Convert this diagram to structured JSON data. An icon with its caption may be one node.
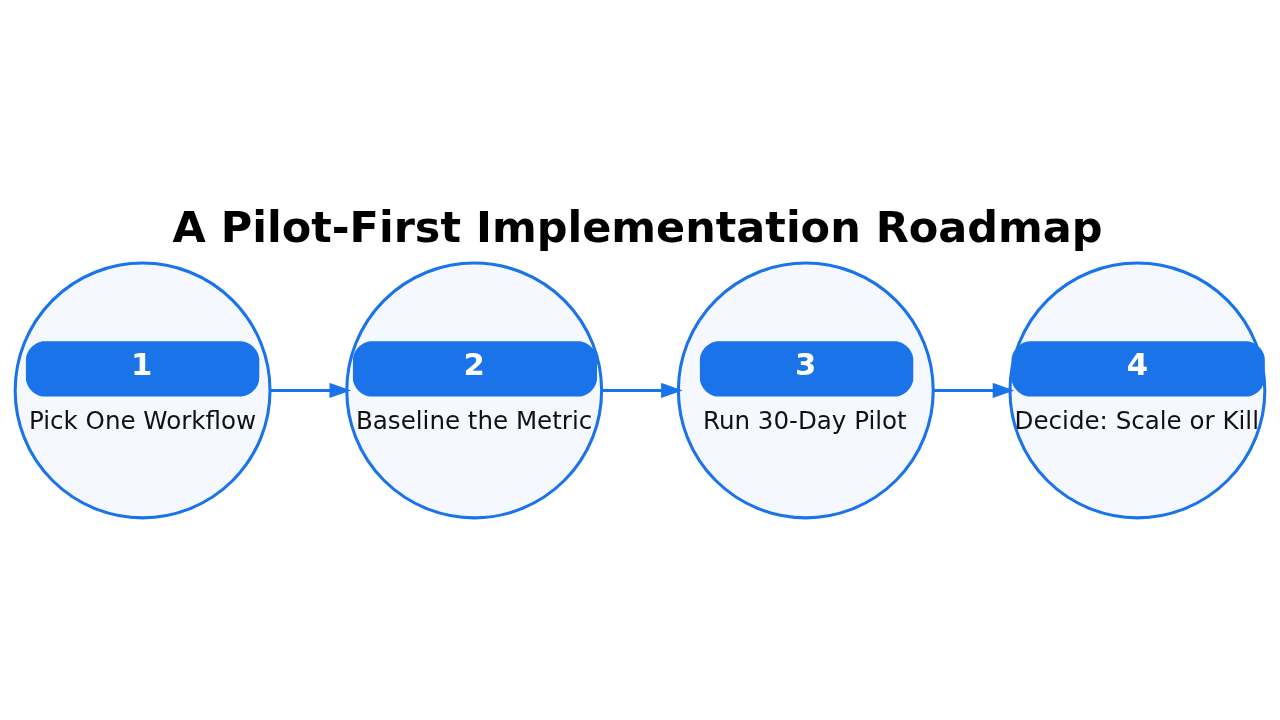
{
  "diagram": {
    "title": "A Pilot-First Implementation Roadmap",
    "nodes": [
      {
        "text": [
          "1",
          "Pick One Workflow"
        ]
      },
      {
        "text": [
          "2",
          "Baseline the Metric"
        ]
      },
      {
        "text": [
          "3",
          "Run 30-Day Pilot"
        ]
      },
      {
        "text": [
          "4",
          "Decide: Scale or Kill"
        ]
      }
    ],
    "edges": [
      {
        "from": 0,
        "to": 1,
        "arrow": "to"
      },
      {
        "from": 1,
        "to": 2,
        "arrow": "to"
      },
      {
        "from": 2,
        "to": 3,
        "arrow": "to"
      }
    ]
  }
}
